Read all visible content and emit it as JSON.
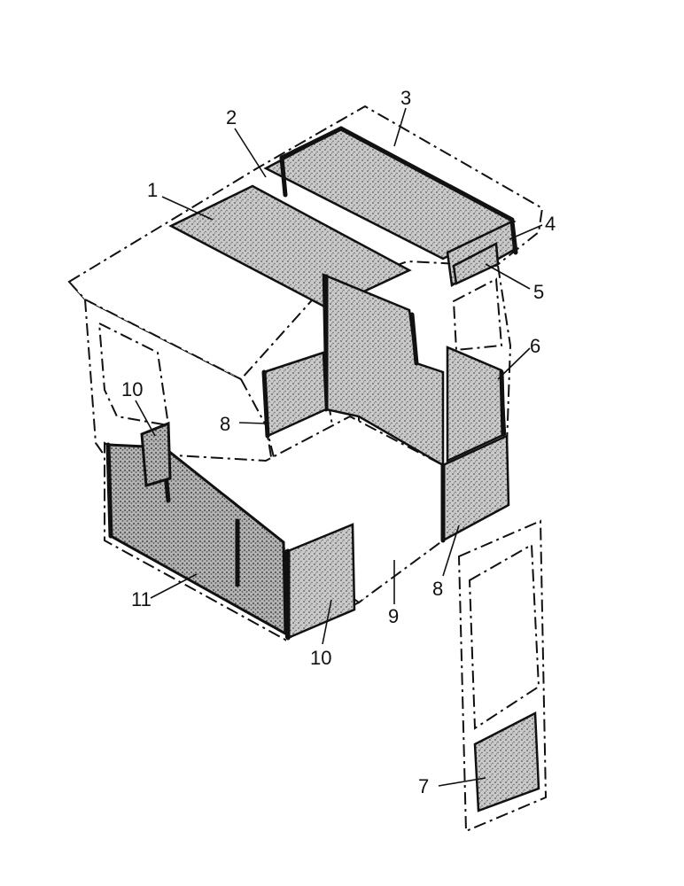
{
  "callouts": [
    {
      "id": "c1",
      "text": "1"
    },
    {
      "id": "c2",
      "text": "2"
    },
    {
      "id": "c3",
      "text": "3"
    },
    {
      "id": "c4",
      "text": "4"
    },
    {
      "id": "c5",
      "text": "5"
    },
    {
      "id": "c6",
      "text": "6"
    },
    {
      "id": "c7",
      "text": "7"
    },
    {
      "id": "c8a",
      "text": "8"
    },
    {
      "id": "c8b",
      "text": "8"
    },
    {
      "id": "c9",
      "text": "9"
    },
    {
      "id": "c10a",
      "text": "10"
    },
    {
      "id": "c10b",
      "text": "10"
    },
    {
      "id": "c11",
      "text": "11"
    }
  ]
}
